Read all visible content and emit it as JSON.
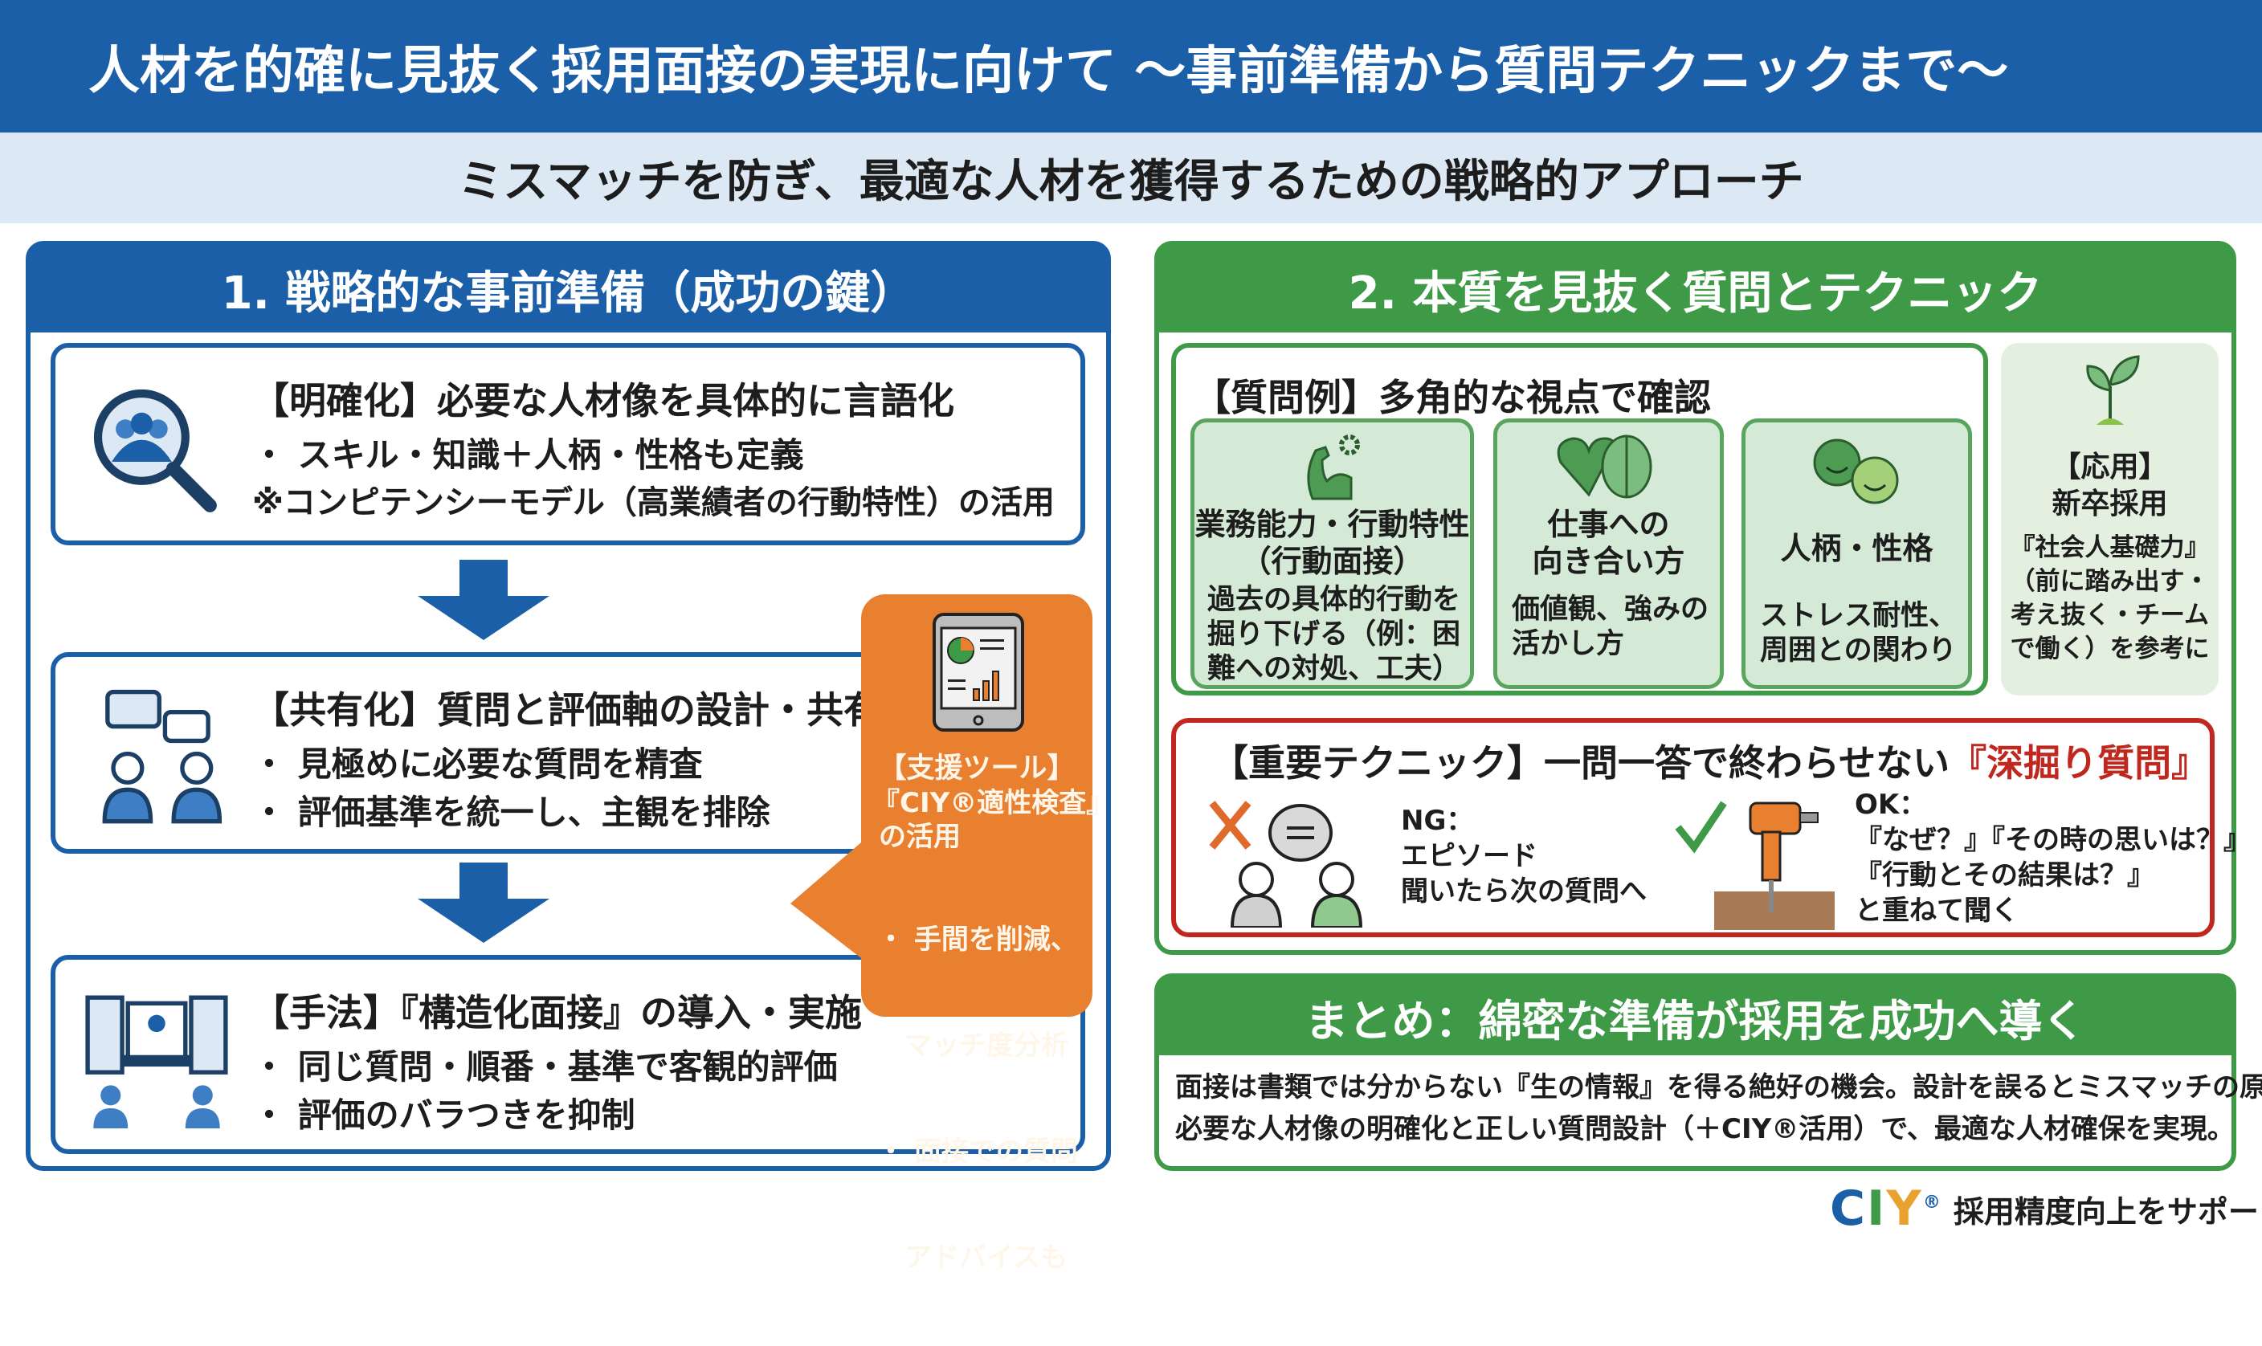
{
  "title": "人材を的確に見抜く採用面接の実現に向けて ～事前準備から質問テクニックまで～",
  "subtitle": "ミスマッチを防ぎ、最適な人材を獲得するための戦略的アプローチ",
  "colors": {
    "blue": "#1c5fa9",
    "green": "#3f9a48",
    "orange": "#e9802f",
    "red": "#c0281f"
  },
  "left": {
    "heading": "1. 戦略的な事前準備（成功の鍵）",
    "steps": [
      {
        "title": "【明確化】必要な人材像を具体的に言語化",
        "lines": [
          "・ スキル・知識＋人柄・性格も定義",
          "※コンピテンシーモデル（高業績者の行動特性）の活用"
        ],
        "icon": "magnifier-people-icon"
      },
      {
        "title": "【共有化】質問と評価軸の設計・共有",
        "lines": [
          "・ 見極めに必要な質問を精査",
          "・ 評価基準を統一し、主観を排除"
        ],
        "icon": "discussion-people-icon"
      },
      {
        "title": "【手法】『構造化面接』の導入・実施",
        "lines": [
          "・ 同じ質問・順番・基準で客観的評価",
          "・ 評価のバラつきを抑制"
        ],
        "icon": "interview-panel-icon"
      }
    ],
    "callout": {
      "title": "【支援ツール】",
      "name": "『CIY®適性検査』",
      "suffix": "の活用",
      "bullets": [
        "・ 手間を削減、",
        "　マッチ度分析",
        "・ 面接での質問",
        "　アドバイスも"
      ],
      "icon": "tablet-chart-icon"
    }
  },
  "right": {
    "heading": "2. 本質を見抜く質問とテクニック",
    "questions": {
      "title": "【質問例】多角的な視点で確認",
      "cards": [
        {
          "title": [
            "業務能力・行動特性",
            "（行動面接）"
          ],
          "desc": [
            "過去の具体的行動を",
            "掘り下げる（例：困",
            "難への対処、工夫）"
          ],
          "icon": "muscle-gear-icon"
        },
        {
          "title": [
            "仕事への",
            "向き合い方"
          ],
          "desc": [
            "価値観、強みの",
            "活かし方"
          ],
          "icon": "heart-brain-icon"
        },
        {
          "title": [
            "人柄・性格"
          ],
          "desc": [
            "ストレス耐性、",
            "周囲との関わり"
          ],
          "icon": "smiley-faces-icon"
        }
      ]
    },
    "applied": {
      "lines": [
        "【応用】",
        "新卒採用",
        "『社会人基礎力』",
        "（前に踏み出す・",
        "考え抜く・チーム",
        "で働く）を参考に"
      ],
      "icon": "sprout-icon"
    },
    "technique": {
      "title": "【重要テクニック】一問一答で終わらせない",
      "highlight": "『深掘り質問』",
      "ng": [
        "NG：",
        "エピソード",
        "聞いたら次の質問へ"
      ],
      "ok": [
        "OK：",
        "『なぜ？』『その時の思いは？』",
        "『行動とその結果は？』",
        "と重ねて聞く"
      ]
    },
    "summary": {
      "heading": "まとめ：綿密な準備が採用を成功へ導く",
      "lines": [
        "面接は書類では分からない『生の情報』を得る絶好の機会。設計を誤るとミスマッチの原因に。",
        "必要な人材像の明確化と正しい質問設計（＋CIY®活用）で、最適な人材確保を実現。"
      ]
    }
  },
  "footer": {
    "logo": "CIY",
    "tagline": "採用精度向上をサポート"
  }
}
